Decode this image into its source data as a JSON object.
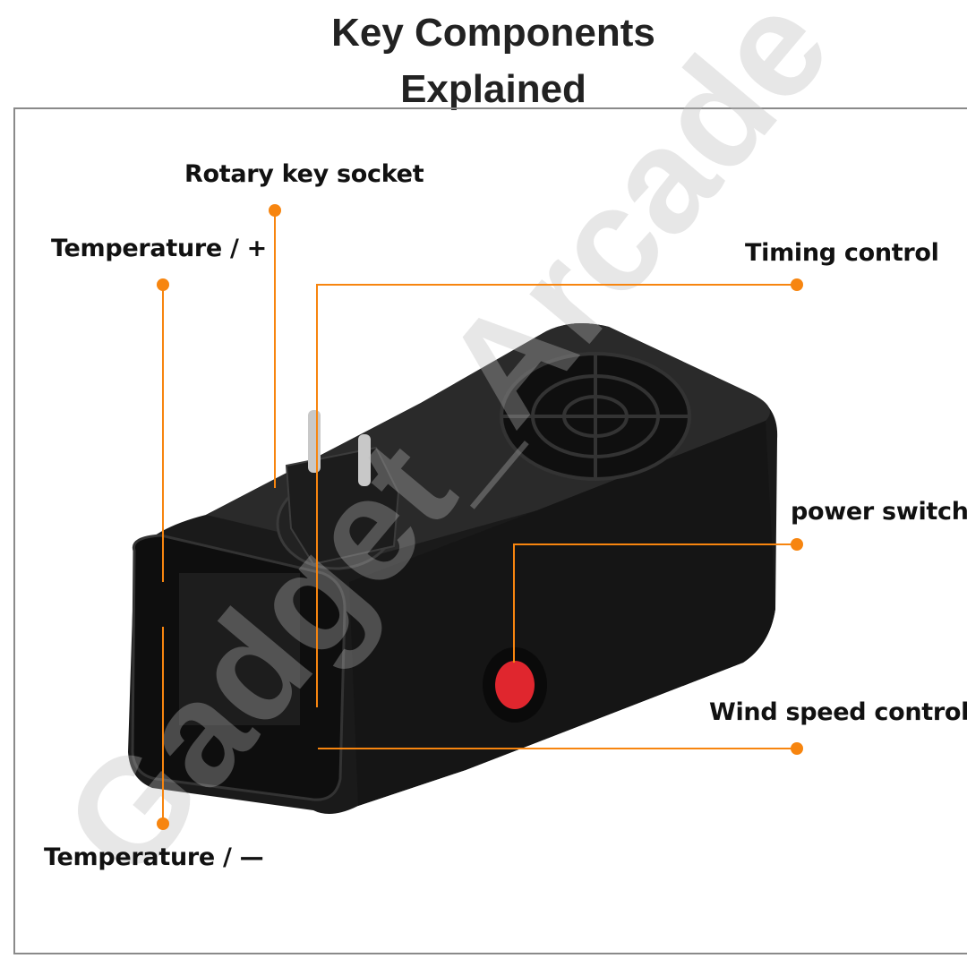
{
  "title_line1": "Key Components",
  "title_line2": "Explained",
  "watermark": "Gadget_Arcade",
  "accent_color": "#f7850f",
  "callouts": {
    "rotary_key_socket": "Rotary key socket",
    "temperature_plus": "Temperature / +",
    "timing_control": "Timing control",
    "power_switch": "power switch",
    "wind_speed_control": "Wind speed control",
    "temperature_minus": "Temperature / —"
  }
}
